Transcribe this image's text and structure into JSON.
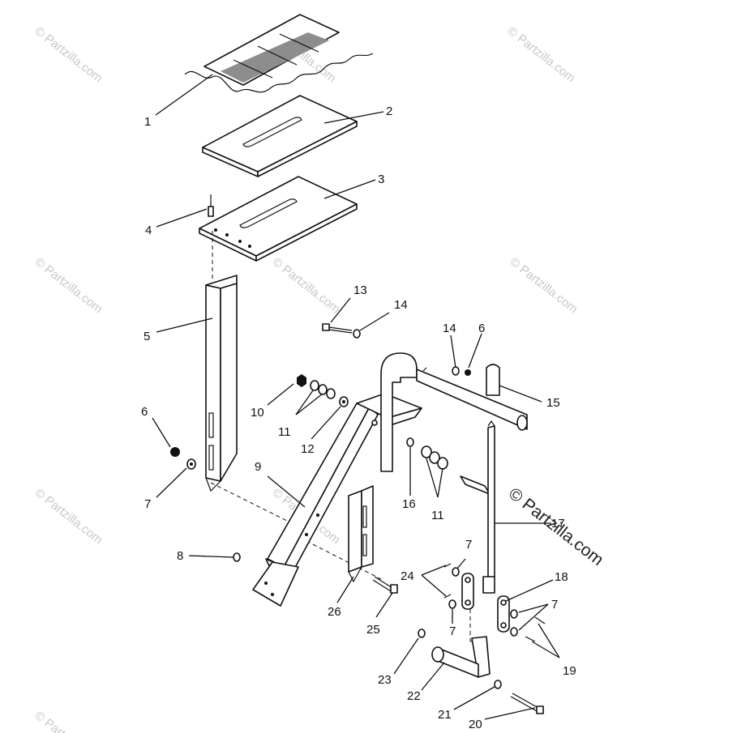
{
  "diagram": {
    "callouts": [
      "1",
      "2",
      "3",
      "4",
      "5",
      "6",
      "7",
      "8",
      "9",
      "10",
      "11",
      "12",
      "13",
      "14",
      "14",
      "6",
      "15",
      "11",
      "16",
      "17",
      "7",
      "24",
      "18",
      "7",
      "7",
      "23",
      "22",
      "26",
      "25",
      "21",
      "20",
      "19"
    ],
    "watermark": "© Partzilla.com"
  }
}
